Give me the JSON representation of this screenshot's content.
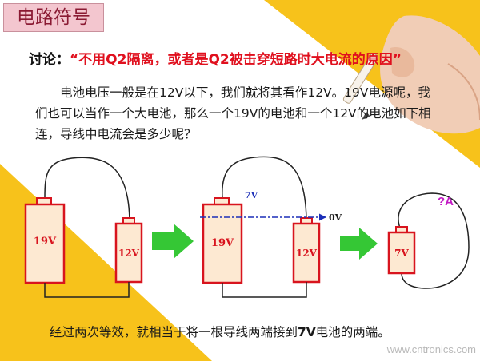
{
  "slide": {
    "title": "电路符号",
    "heading_prefix": "讨论：",
    "heading_quote": "“不用Q2隔离，或者是Q2被击穿短路时大电流的原因”",
    "paragraph": "电池电压一般是在12V以下，我们就将其看作12V。19V电源呢，我们也可以当作一个大电池，那么一个19V的电池和一个12V的电池如下相连，导线中电流会是多少呢？",
    "footer_pre": "经过两次等效，就相当于将一根导线两端接到",
    "footer_bold": "7V",
    "footer_post": "电池的两端。",
    "watermark": "www.cntronics.com"
  },
  "diagram": {
    "battery_big": "19V",
    "battery_small": "12V",
    "battery_result": "7V",
    "label_top_7v": "7V",
    "label_0v": "0V",
    "label_question": "?A"
  },
  "colors": {
    "yellow": "#f7c21b",
    "red": "#d8141e",
    "battery_fill": "#fde9d2",
    "arrow": "#35c735",
    "dashed_line": "#1c2fb8"
  }
}
